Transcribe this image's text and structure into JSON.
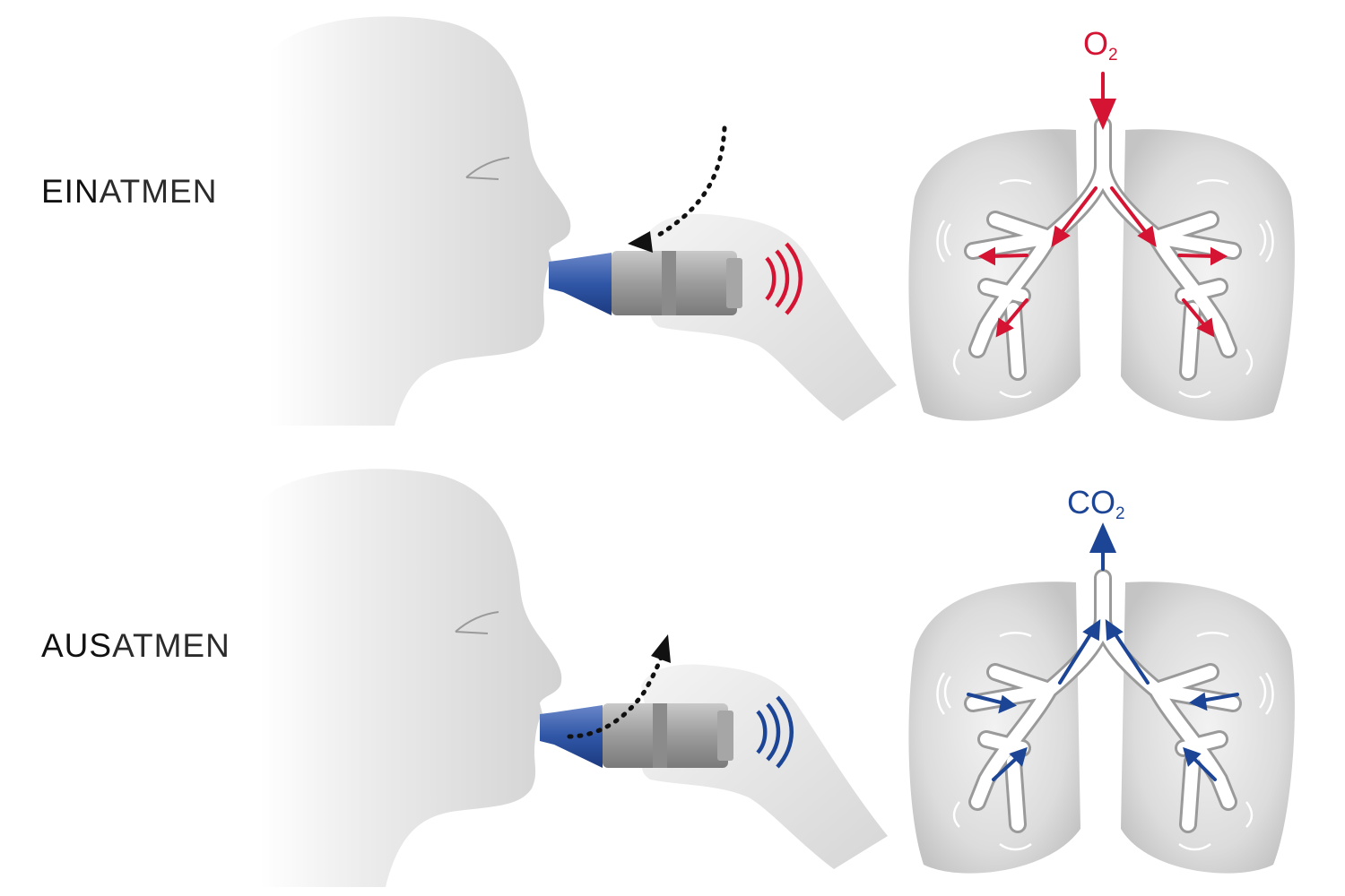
{
  "panels": [
    {
      "id": "inhale",
      "label_strong": "EIN",
      "label_rest": "ATMEN",
      "gas_main": "O",
      "gas_sub": "2",
      "flow_color": "#d41432",
      "flow_direction": "in"
    },
    {
      "id": "exhale",
      "label_strong": "AUS",
      "label_rest": "ATMEN",
      "gas_main": "CO",
      "gas_sub": "2",
      "flow_color": "#1d4596",
      "flow_direction": "out"
    }
  ],
  "colors": {
    "accent_inhale": "#d41432",
    "accent_exhale": "#1d4596",
    "device_grey": "#9a9a9a",
    "mouthpiece_blue": "#2f56a6",
    "silhouette_grey": "#e4e4e4"
  }
}
